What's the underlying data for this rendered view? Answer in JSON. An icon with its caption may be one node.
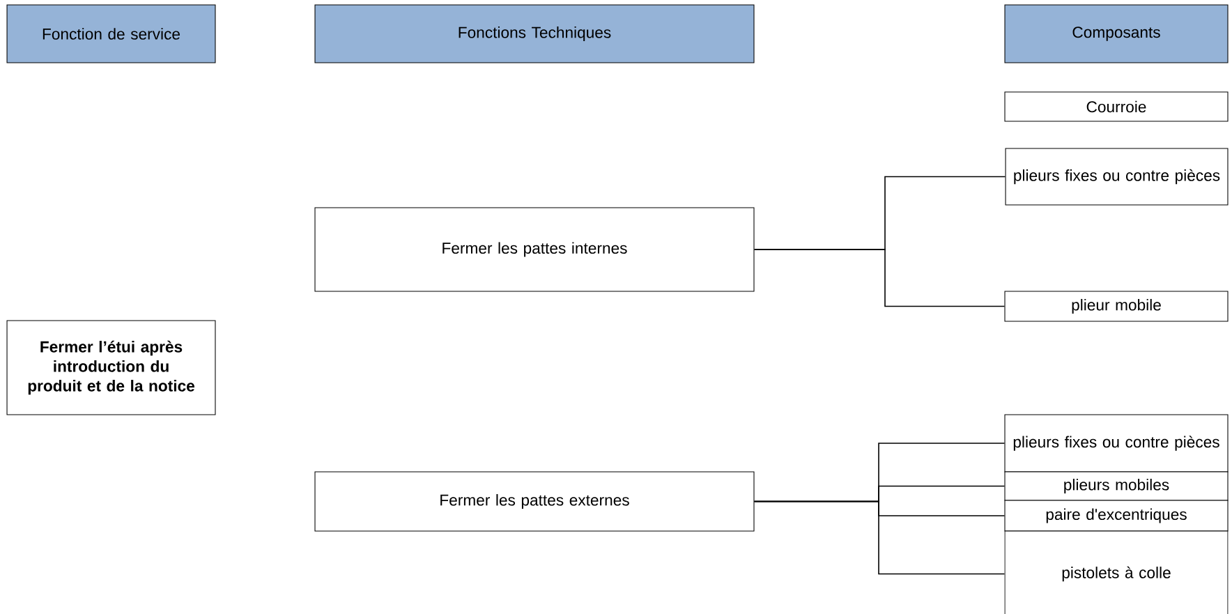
{
  "diagram": {
    "nodes": [
      {
        "text": [
          "Fonction de service"
        ]
      },
      {
        "text": [
          "Fonctions Techniques"
        ]
      },
      {
        "text": [
          "Composants"
        ]
      },
      {
        "text": [
          "Courroie"
        ]
      },
      {
        "text": [
          "plieurs fixes ou contre pièces"
        ]
      },
      {
        "text": [
          "Fermer les pattes internes"
        ]
      },
      {
        "text": [
          "plieur mobile"
        ]
      },
      {
        "text": [
          "Fermer l’étui après introduction du produit et de la notice"
        ]
      },
      {
        "text": [
          "plieurs fixes ou contre pièces"
        ]
      },
      {
        "text": [
          "plieurs mobiles"
        ]
      },
      {
        "text": [
          "paire d'excentriques"
        ]
      },
      {
        "text": [
          "Fermer les pattes externes"
        ]
      },
      {
        "text": [
          "pistolets à colle"
        ]
      }
    ],
    "edges": [
      {
        "from": 5,
        "to": 4,
        "arrow": "none"
      },
      {
        "from": 5,
        "to": 6,
        "arrow": "none"
      },
      {
        "from": 11,
        "to": 8,
        "arrow": "none"
      },
      {
        "from": 11,
        "to": 9,
        "arrow": "none"
      },
      {
        "from": 11,
        "to": 10,
        "arrow": "none"
      },
      {
        "from": 11,
        "to": 12,
        "arrow": "none"
      }
    ]
  }
}
